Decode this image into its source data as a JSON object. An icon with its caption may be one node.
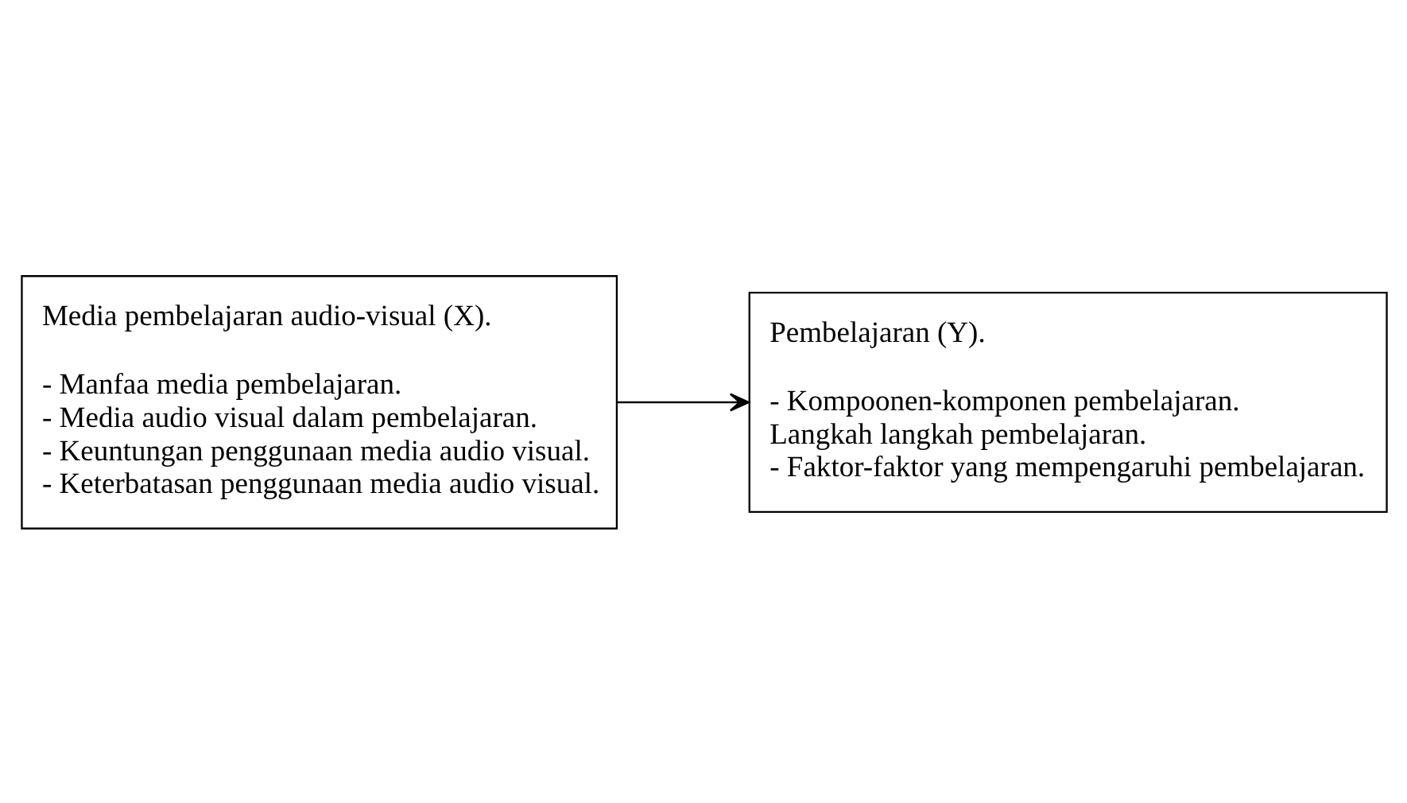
{
  "diagram": {
    "nodes": [
      {
        "text": [
          "Media pembelajaran audio-visual (X).",
          "- Manfaa media pembelajaran.",
          "- Media audio visual dalam pembelajaran.",
          "- Keuntungan penggunaan media audio visual.",
          "- Keterbatasan penggunaan media audio visual."
        ]
      },
      {
        "text": [
          "Pembelajaran (Y).",
          "- Kompoonen-komponen pembelajaran.",
          "Langkah langkah pembelajaran.",
          "- Faktor-faktor yang mempengaruhi pembelajaran."
        ]
      }
    ],
    "edges": [
      {
        "from": 0,
        "to": 1,
        "arrow": "to"
      }
    ]
  }
}
